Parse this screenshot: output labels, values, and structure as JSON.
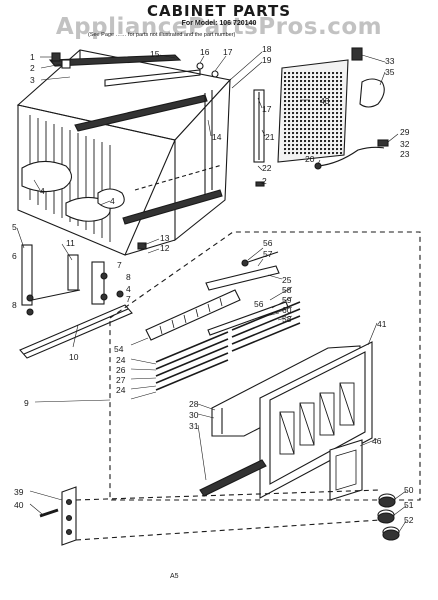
{
  "page": {
    "title": "CABINET PARTS",
    "model_line": "For Model: 106 720140",
    "watermark": "AppliancePartsPros.com",
    "note": "(See Page …… for parts not illustrated and the part number)",
    "footer": "A5"
  },
  "callouts": [
    "1",
    "2",
    "3",
    "15",
    "16",
    "17",
    "18",
    "19",
    "14",
    "43",
    "33",
    "35",
    "21",
    "29",
    "20",
    "32",
    "23",
    "17",
    "22",
    "2",
    "4",
    "4",
    "5",
    "6",
    "7",
    "8",
    "8",
    "4",
    "11",
    "7",
    "13",
    "12",
    "10",
    "9",
    "56",
    "57",
    "25",
    "58",
    "59",
    "60",
    "58",
    "56",
    "54",
    "24",
    "26",
    "27",
    "24",
    "41",
    "28",
    "30",
    "31",
    "46",
    "39",
    "40",
    "50",
    "51",
    "52"
  ]
}
